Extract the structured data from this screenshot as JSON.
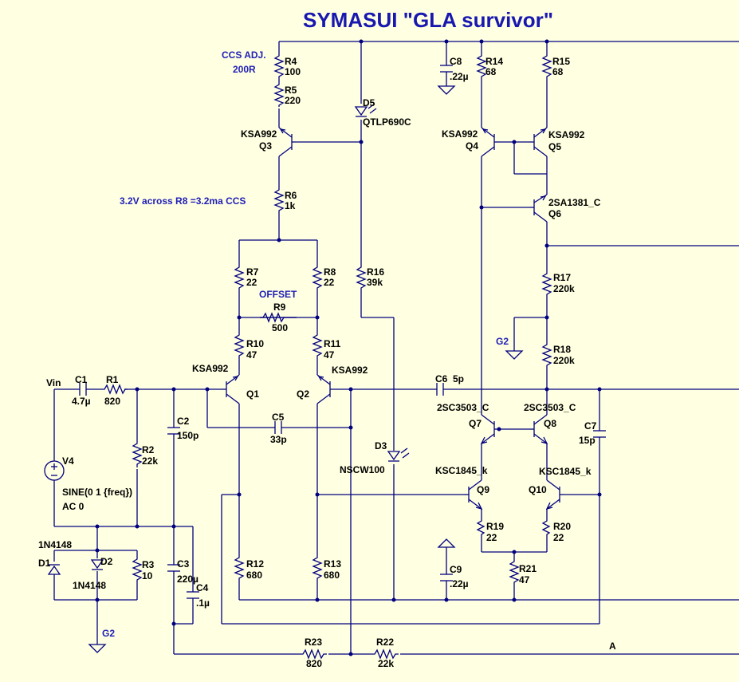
{
  "title": "SYMASUI \"GLA survivor\"",
  "notes": {
    "ccs_adj": "CCS ADJ.",
    "ccs_adj_value": "200R",
    "ccs_note": "3.2V across R8 =3.2ma CCS",
    "offset": "OFFSET",
    "vin": "Vin",
    "net_a": "A",
    "g2_left": "G2",
    "g2_mid": "G2"
  },
  "resistors": {
    "R1": {
      "name": "R1",
      "value": "820"
    },
    "R2": {
      "name": "R2",
      "value": "22k"
    },
    "R3": {
      "name": "R3",
      "value": "10"
    },
    "R4": {
      "name": "R4",
      "value": "100"
    },
    "R5": {
      "name": "R5",
      "value": "220"
    },
    "R6": {
      "name": "R6",
      "value": "1k"
    },
    "R7": {
      "name": "R7",
      "value": "22"
    },
    "R8": {
      "name": "R8",
      "value": "22"
    },
    "R9": {
      "name": "R9",
      "value": "500"
    },
    "R10": {
      "name": "R10",
      "value": "47"
    },
    "R11": {
      "name": "R11",
      "value": "47"
    },
    "R12": {
      "name": "R12",
      "value": "680"
    },
    "R13": {
      "name": "R13",
      "value": "680"
    },
    "R14": {
      "name": "R14",
      "value": "68"
    },
    "R15": {
      "name": "R15",
      "value": "68"
    },
    "R16": {
      "name": "R16",
      "value": "39k"
    },
    "R17": {
      "name": "R17",
      "value": "220k"
    },
    "R18": {
      "name": "R18",
      "value": "220k"
    },
    "R19": {
      "name": "R19",
      "value": "22"
    },
    "R20": {
      "name": "R20",
      "value": "22"
    },
    "R21": {
      "name": "R21",
      "value": "47"
    },
    "R22": {
      "name": "R22",
      "value": "22k"
    },
    "R23": {
      "name": "R23",
      "value": "820"
    }
  },
  "capacitors": {
    "C1": {
      "name": "C1",
      "value": "4.7µ"
    },
    "C2": {
      "name": "C2",
      "value": "150p"
    },
    "C3": {
      "name": "C3",
      "value": "220µ"
    },
    "C4": {
      "name": "C4",
      "value": ".1µ"
    },
    "C5": {
      "name": "C5",
      "value": "33p"
    },
    "C6": {
      "name": "C6",
      "value": "5p"
    },
    "C7": {
      "name": "C7",
      "value": "15p"
    },
    "C8": {
      "name": "C8",
      "value": ".22µ"
    },
    "C9": {
      "name": "C9",
      "value": ".22µ"
    }
  },
  "transistors": {
    "Q1": {
      "name": "Q1",
      "part": "KSA992"
    },
    "Q2": {
      "name": "Q2",
      "part": "KSA992"
    },
    "Q3": {
      "name": "Q3",
      "part": "KSA992"
    },
    "Q4": {
      "name": "Q4",
      "part": "KSA992"
    },
    "Q5": {
      "name": "Q5",
      "part": "KSA992"
    },
    "Q6": {
      "name": "Q6",
      "part": "2SA1381_C"
    },
    "Q7": {
      "name": "Q7",
      "part": "2SC3503_C"
    },
    "Q8": {
      "name": "Q8",
      "part": "2SC3503_C"
    },
    "Q9": {
      "name": "Q9",
      "part": "KSC1845_k"
    },
    "Q10": {
      "name": "Q10",
      "part": "KSC1845_k"
    }
  },
  "diodes": {
    "D1": {
      "name": "D1",
      "part": "1N4148"
    },
    "D2": {
      "name": "D2",
      "part": "1N4148"
    },
    "D3": {
      "name": "D3",
      "part": "NSCW100"
    },
    "D5": {
      "name": "D5",
      "part": "QTLP690C"
    }
  },
  "source": {
    "name": "V4",
    "spec": "SINE(0 1 {freq})",
    "ac": "AC 0"
  }
}
